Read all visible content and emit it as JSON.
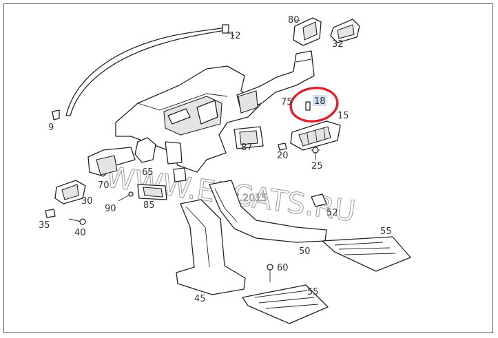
{
  "watermark": {
    "main": "WWW.EPCATS.RU",
    "year": "07.2015"
  },
  "colors": {
    "highlight_ring": "#e0202a",
    "highlight_fill": "#cfe0f5",
    "line": "#222222"
  },
  "labels": {
    "p80": "80",
    "p12": "12",
    "p32": "32",
    "p75": "75",
    "p18": "18",
    "p15": "15",
    "p9": "9",
    "p87": "87",
    "p20": "20",
    "p25": "25",
    "p65": "65",
    "p70": "70",
    "p30": "30",
    "p85": "85",
    "p90": "90",
    "p52": "52",
    "p35": "35",
    "p40": "40",
    "p55a": "55",
    "p50": "50",
    "p60": "60",
    "p45": "45",
    "p55b": "55"
  }
}
